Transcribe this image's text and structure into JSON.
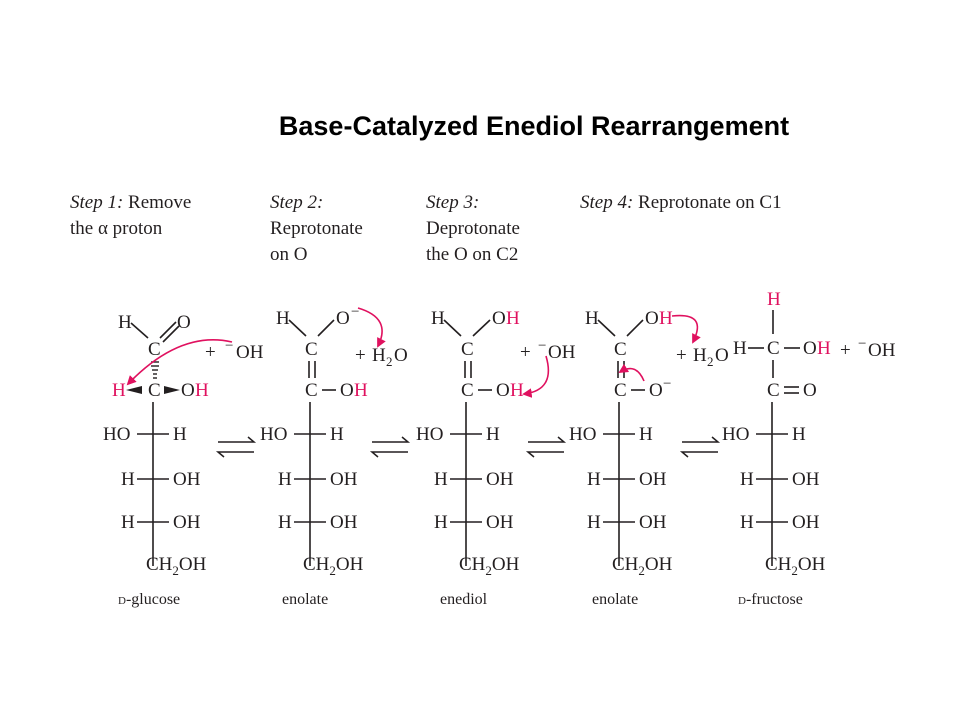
{
  "title": "Base-Catalyzed Enediol Rearrangement",
  "colors": {
    "text": "#231f20",
    "highlight": "#e0115f"
  },
  "steps": [
    {
      "label": "Step 1:",
      "line1": "Remove",
      "line2": "the α proton",
      "line3": ""
    },
    {
      "label": "Step 2:",
      "line1": "",
      "line2": "Reprotonate",
      "line3": "on O"
    },
    {
      "label": "Step 3:",
      "line1": "",
      "line2": "Deprotonate",
      "line3": "the O on C2"
    },
    {
      "label": "Step 4:",
      "line1": "Reprotonate on C1",
      "line2": "",
      "line3": ""
    }
  ],
  "atoms": {
    "H": "H",
    "O": "O",
    "C": "C",
    "OH": "OH",
    "HO": "HO",
    "CH": "CH",
    "two": "2",
    "plus": "+",
    "minus": "−",
    "H2": "H"
  },
  "compounds": [
    {
      "small_caps": "D",
      "name": "-glucose"
    },
    {
      "small_caps": "",
      "name": "enolate"
    },
    {
      "small_caps": "",
      "name": "enediol"
    },
    {
      "small_caps": "",
      "name": "enolate"
    },
    {
      "small_caps": "D",
      "name": "-fructose"
    }
  ]
}
